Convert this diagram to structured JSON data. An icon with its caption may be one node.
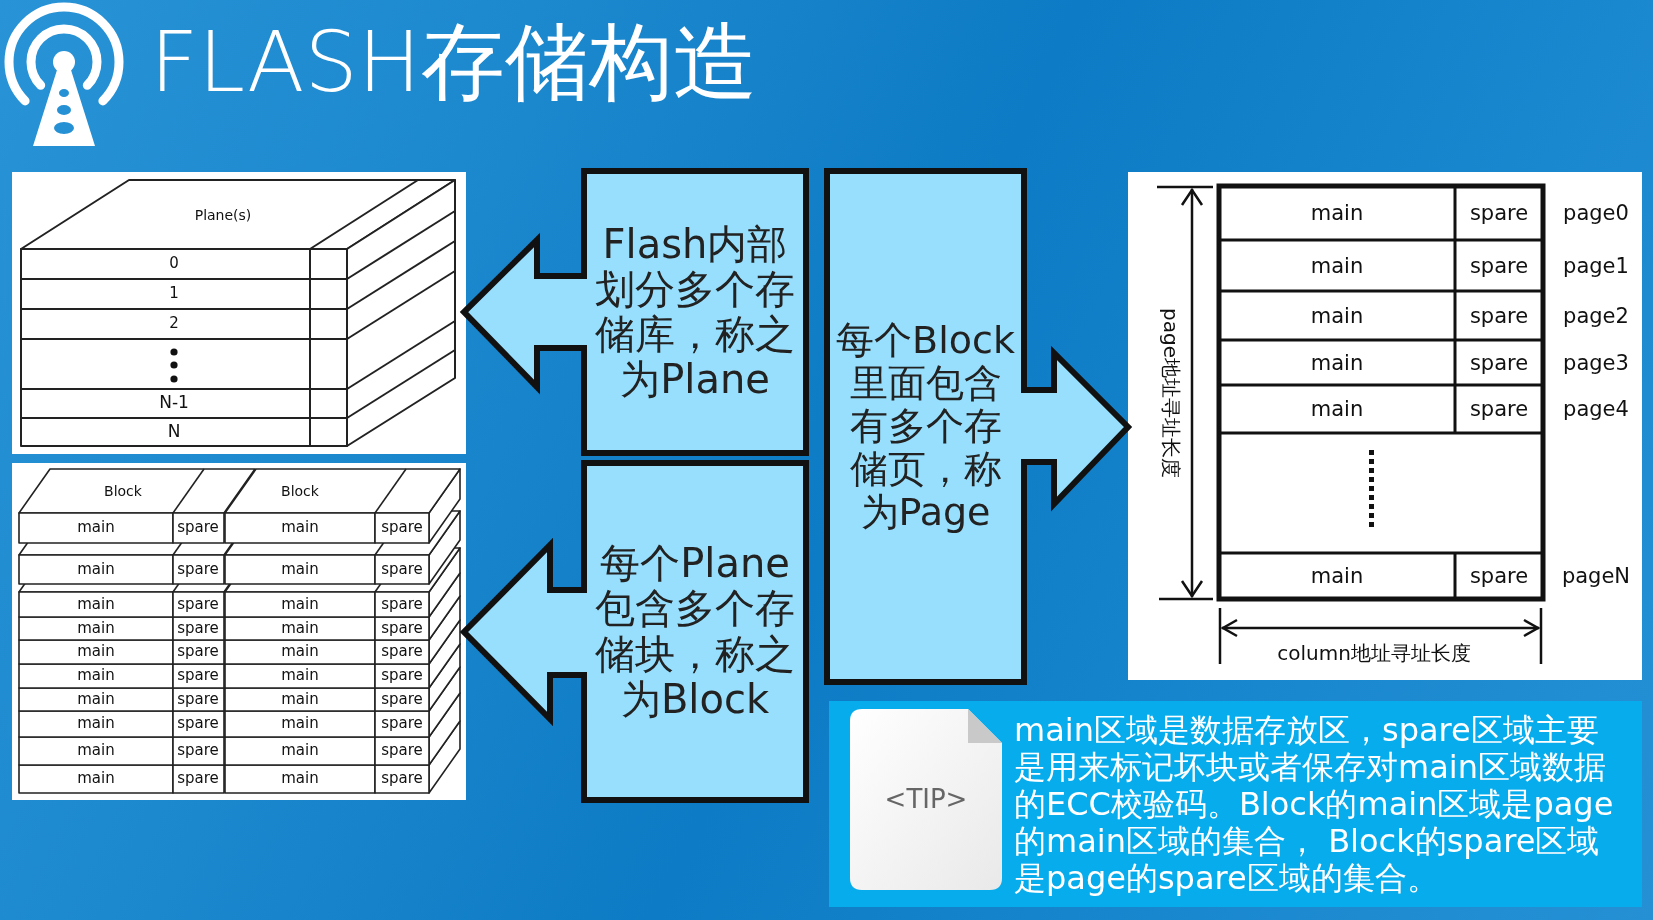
{
  "diagram": {
    "title": "FLASH存储构造",
    "nodes": [
      {
        "text": [
          "Flash内部划分多个存储库，称之为Plane"
        ]
      },
      {
        "text": [
          "每个Plane包含多个存储块，称之为Block"
        ]
      },
      {
        "text": [
          "每个Block里面包含有多个存储页，称为Page"
        ]
      },
      {
        "text": [
          "main区域是数据存放区，spare区域主要是用来标记坏块或者保存对main区域数据的ECC校验码。Block的main区域是page的main区域的集合， Block的spare区域是page的spare区域的集合。"
        ]
      },
      {
        "text": [
          "<TIP>"
        ],
        "in": 3
      }
    ],
    "labels": [
      "Plane(s)",
      "0",
      "1",
      "2",
      "N-1",
      "N",
      "Block",
      "Block",
      "main",
      "spare",
      "main",
      "spare",
      "main",
      "spare",
      "main",
      "spare",
      "main",
      "spare",
      "main",
      "spare",
      "main",
      "spare",
      "main",
      "spare",
      "main",
      "spare",
      "main",
      "spare",
      "main",
      "spare",
      "main",
      "spare",
      "main",
      "spare",
      "main",
      "spare",
      "main",
      "spare",
      "main",
      "spare",
      "main",
      "spare",
      "main",
      "spare",
      "main",
      "spare",
      "main",
      "spare",
      "page地址寻址长度",
      "main",
      "spare",
      "page0",
      "main",
      "spare",
      "page1",
      "main",
      "spare",
      "page2",
      "main",
      "spare",
      "page3",
      "main",
      "spare",
      "page4",
      "main",
      "spare",
      "pageN",
      "column地址寻址长度"
    ]
  }
}
